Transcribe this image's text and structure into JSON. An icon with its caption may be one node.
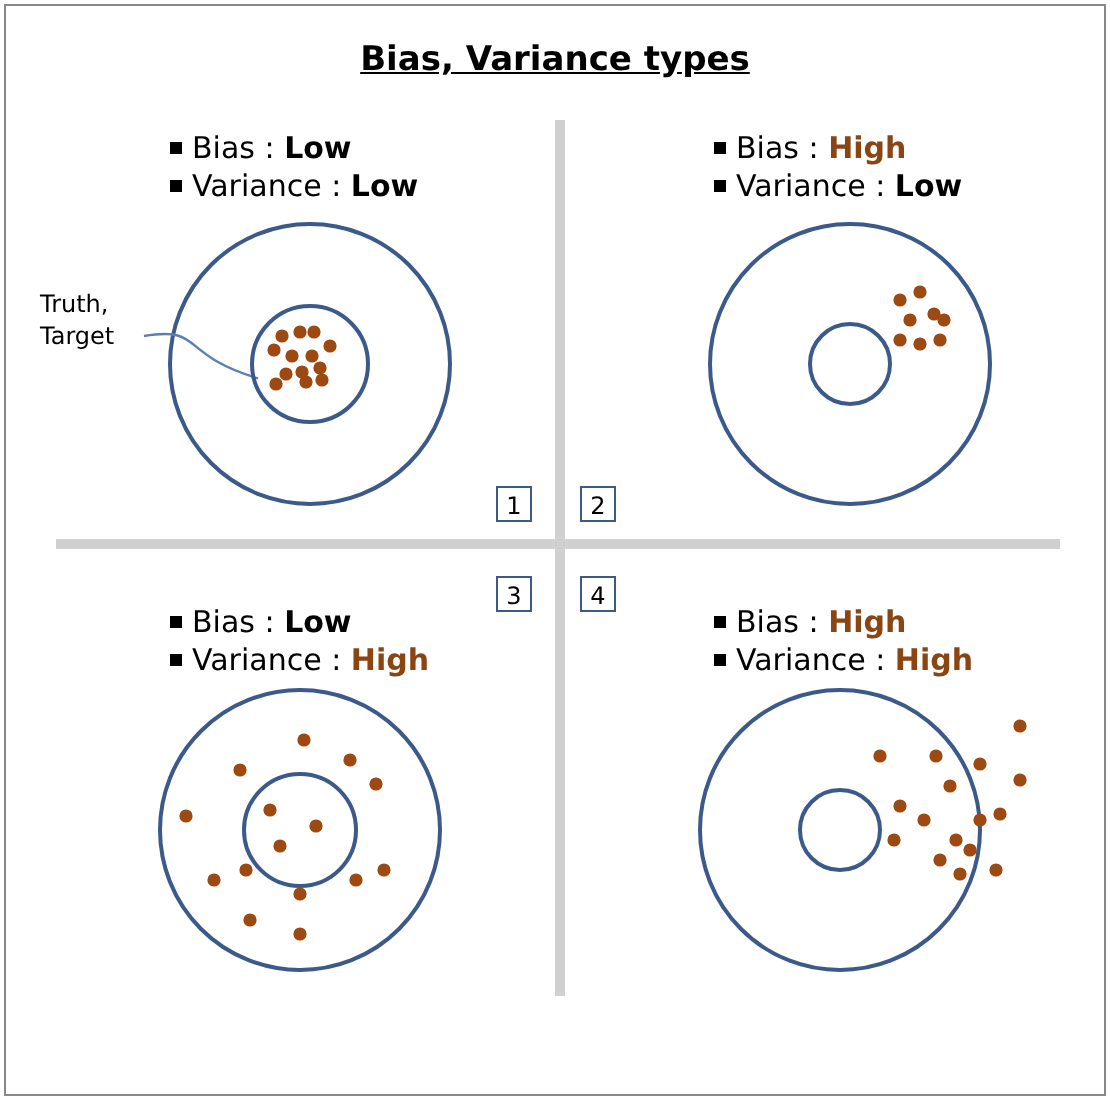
{
  "diagram": {
    "title": "Bias, Variance types",
    "nodes": [
      {
        "text": [
          "Truth, Target"
        ]
      },
      {
        "text": [],
        "shape": "circle"
      },
      {
        "text": [
          "1"
        ]
      },
      {
        "text": [
          "2"
        ]
      },
      {
        "text": [
          "3"
        ]
      },
      {
        "text": [
          "4"
        ]
      }
    ],
    "edges": [
      {
        "from": 0,
        "to": 1,
        "arrow": "none"
      }
    ],
    "labels": [
      "Bias : **Low**",
      "Variance : **Low**",
      "Bias : **High**",
      "Variance : **Low**",
      "Bias : **Low**",
      "Variance : **High**",
      "Bias : **High**",
      "Variance : **High**"
    ]
  }
}
